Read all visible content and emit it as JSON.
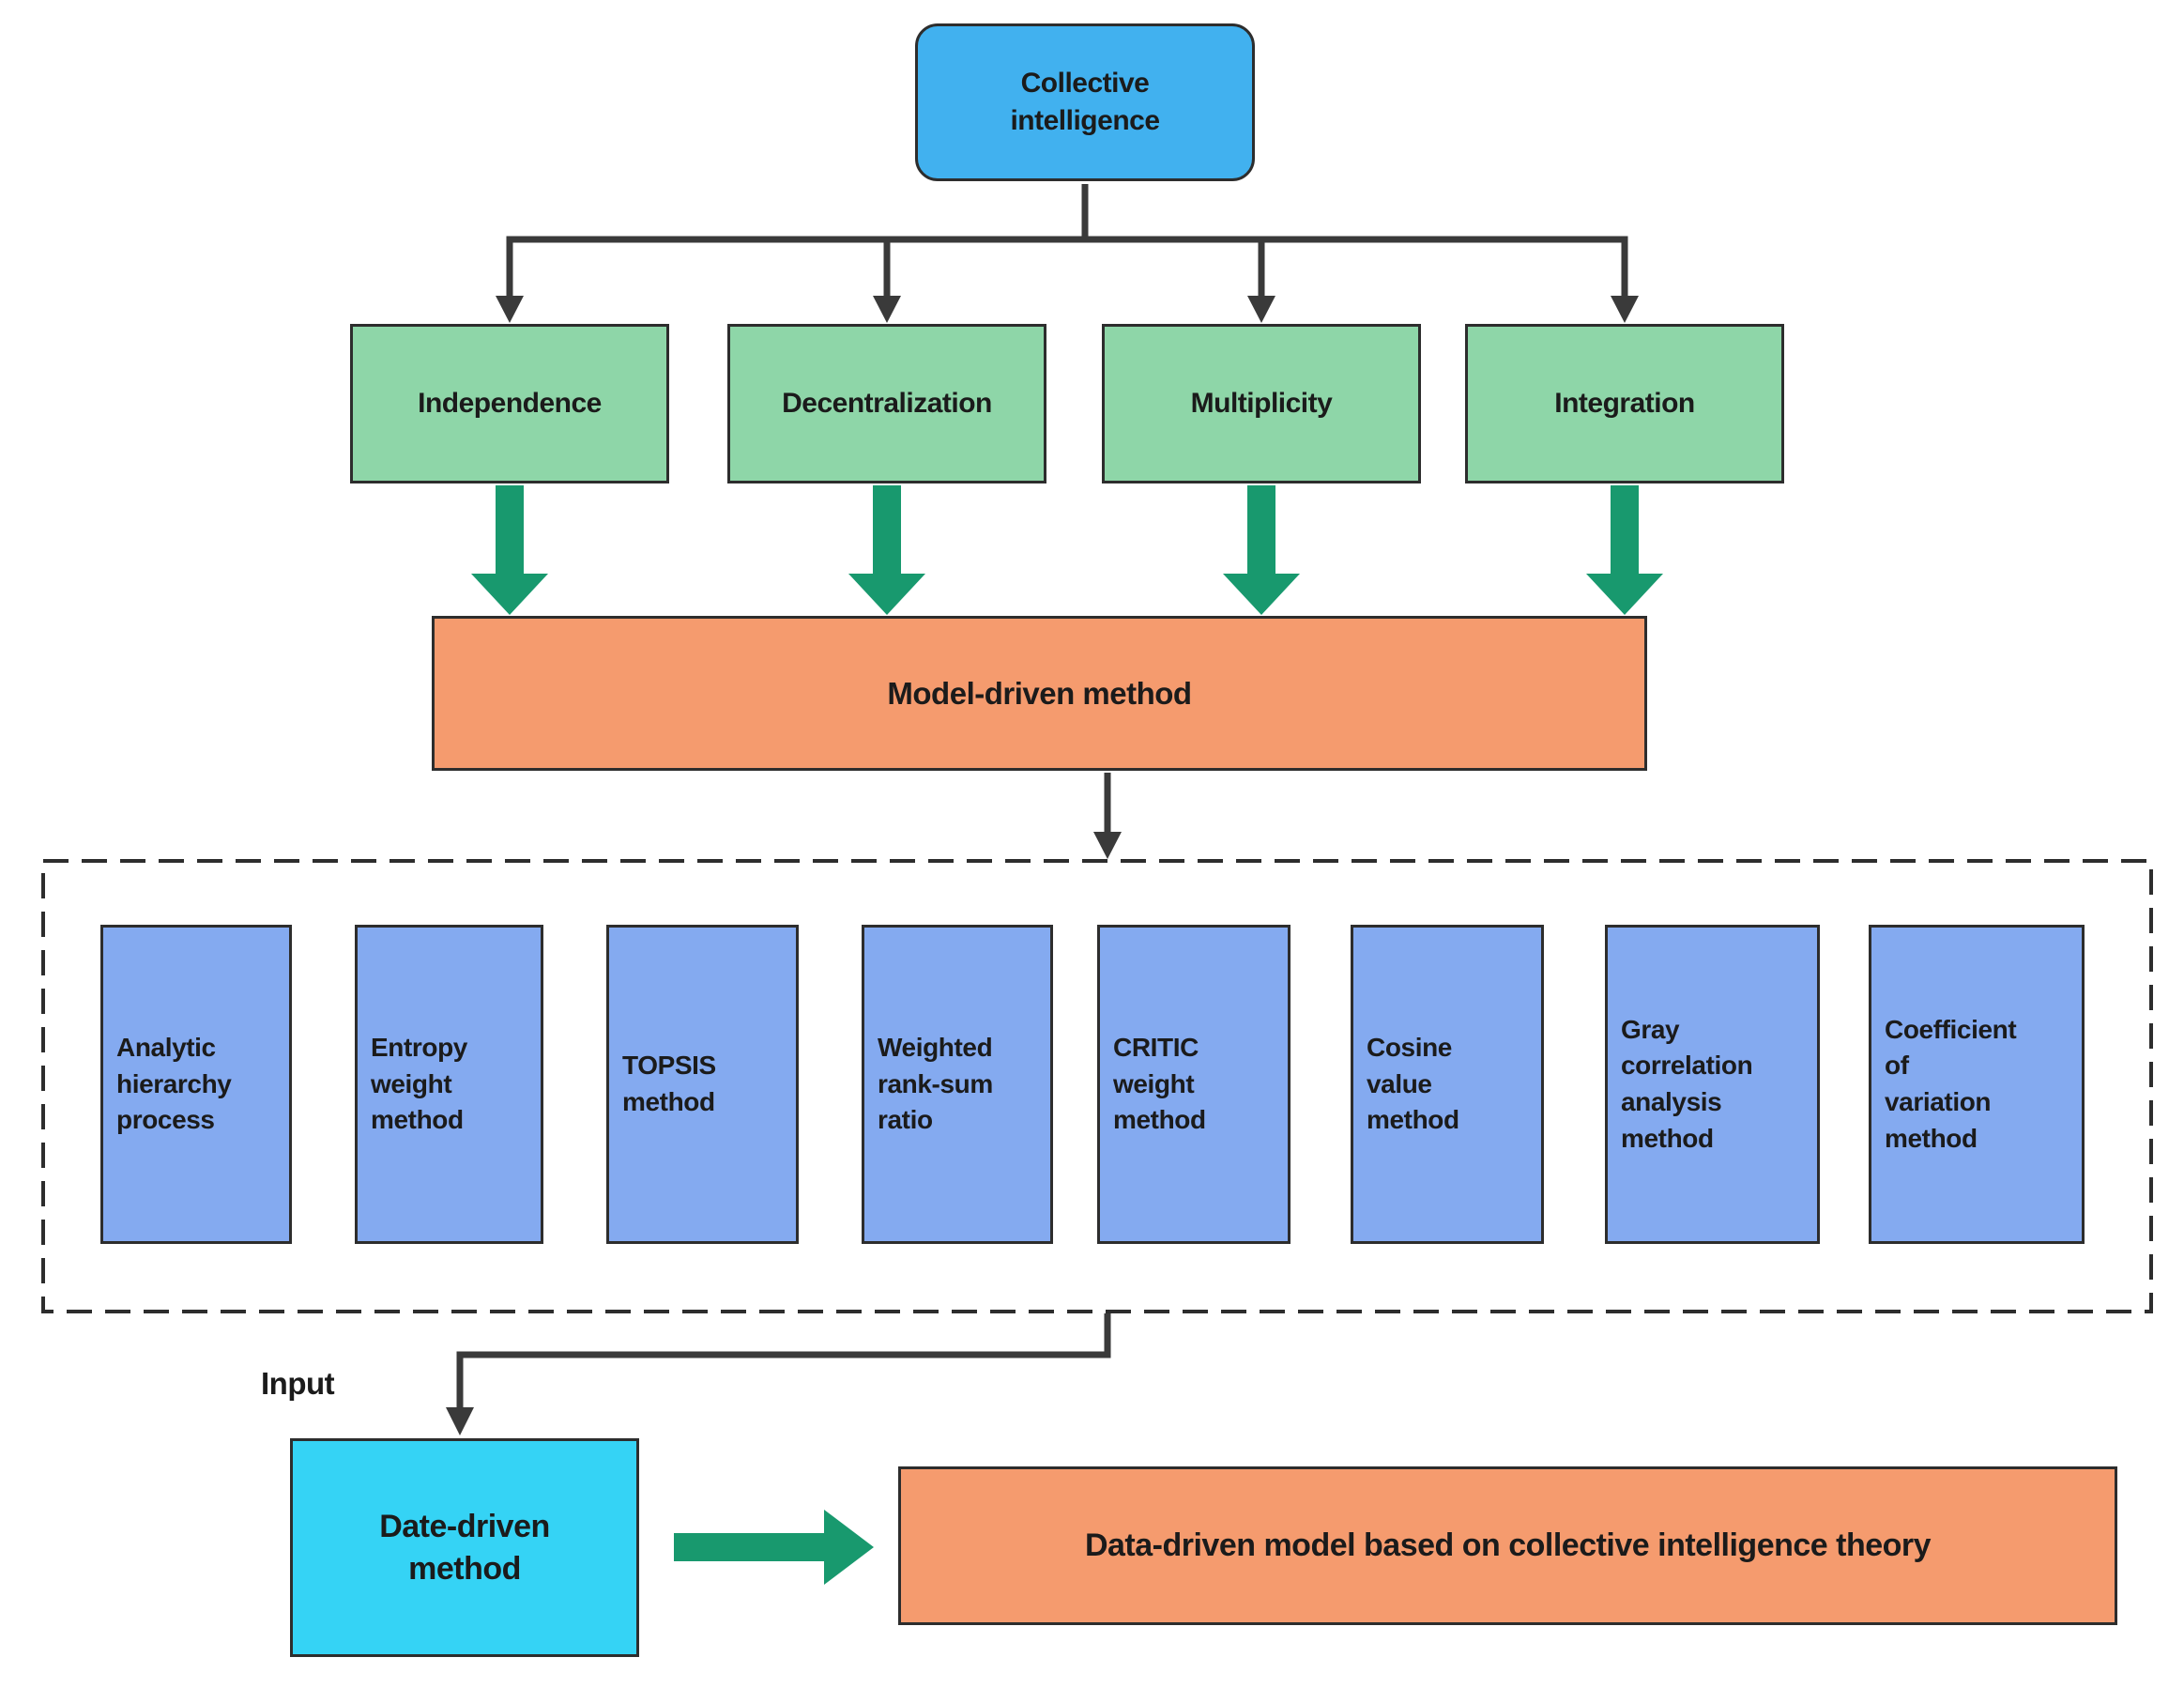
{
  "diagram": {
    "root": {
      "label": "Collective\nintelligence"
    },
    "principles": [
      {
        "label": "Independence"
      },
      {
        "label": "Decentralization"
      },
      {
        "label": "Multiplicity"
      },
      {
        "label": "Integration"
      }
    ],
    "model_driven": {
      "label": "Model-driven method"
    },
    "methods": [
      {
        "label": "Analytic\nhierarchy\nprocess"
      },
      {
        "label": "Entropy\nweight\nmethod"
      },
      {
        "label": "TOPSIS\nmethod"
      },
      {
        "label": "Weighted\nrank-sum\nratio"
      },
      {
        "label": "CRITIC\nweight\nmethod"
      },
      {
        "label": "Cosine\nvalue\nmethod"
      },
      {
        "label": "Gray\ncorrelation\nanalysis\nmethod"
      },
      {
        "label": "Coefficient\nof\nvariation\nmethod"
      }
    ],
    "input_label": "Input",
    "data_driven": {
      "label": "Date-driven\nmethod"
    },
    "result": {
      "label": "Data-driven model based on collective intelligence theory"
    }
  },
  "icons": {
    "connector-arrowhead": "triangle-down",
    "flow-arrow-down": "thick-arrow-down",
    "flow-arrow-right": "thick-arrow-right"
  },
  "colors": {
    "node-blue": "#41b1ef",
    "node-green": "#8ed6a8",
    "node-orange": "#f59b6e",
    "node-periwinkle": "#84aaf0",
    "node-cyan": "#35d3f5",
    "arrow-teal": "#18996e",
    "connector-dark": "#3a3a3a",
    "border-dark": "#2d2d2d",
    "text-dark": "#1b1b1b",
    "canvas-bg": "#ffffff"
  }
}
